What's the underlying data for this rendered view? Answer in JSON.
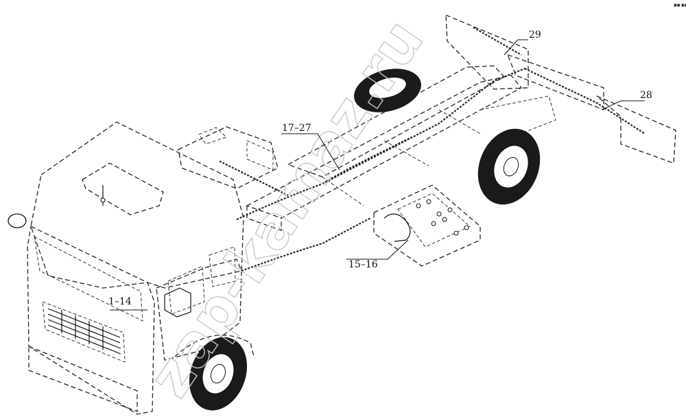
{
  "diagram": {
    "corner_mark": "■■ ■■■",
    "watermark": "zap-kamaz.ru",
    "callouts": {
      "c1": "1–14",
      "c2": "15–16",
      "c3": "17–27",
      "c4": "28",
      "c5": "29"
    }
  }
}
